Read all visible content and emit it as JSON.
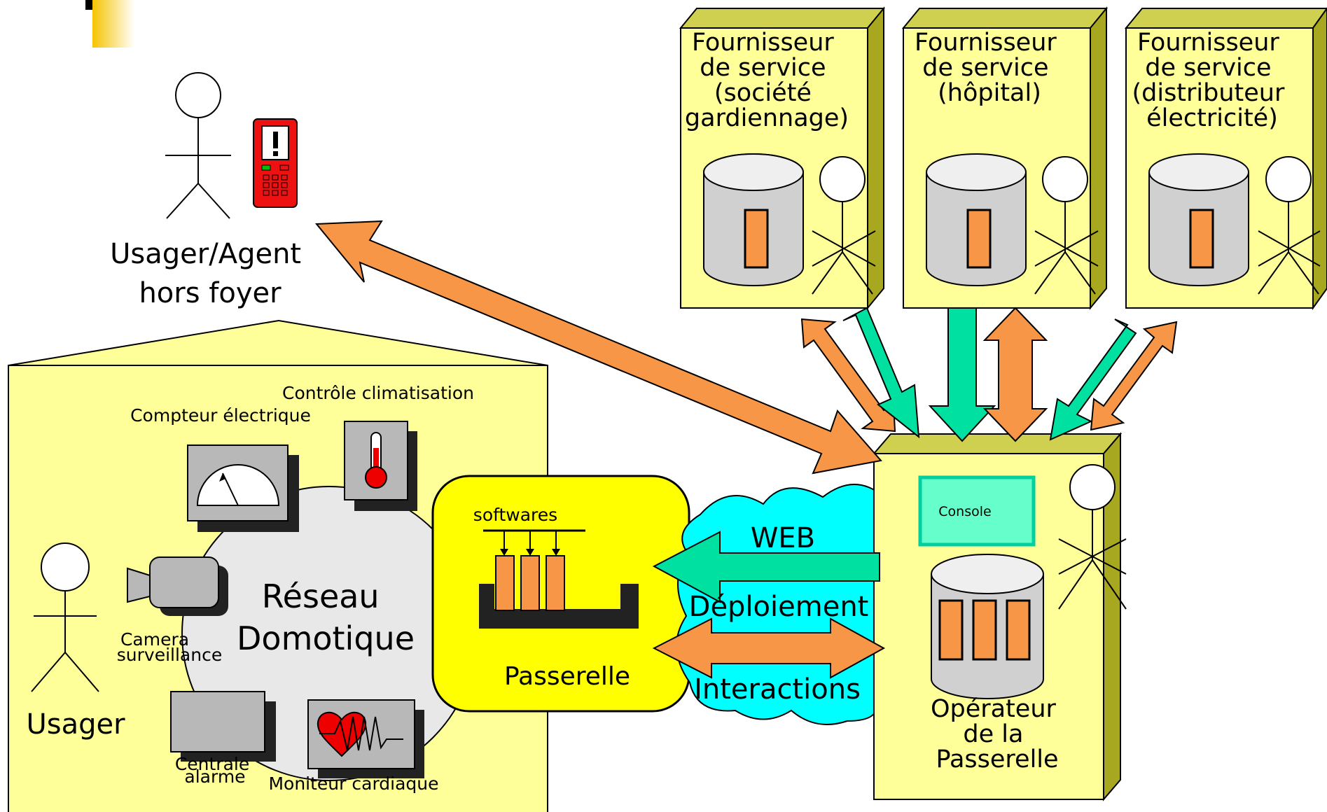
{
  "providers": [
    {
      "lines": [
        "Fournisseur",
        "de service",
        "(société",
        "gardiennage)"
      ]
    },
    {
      "lines": [
        "Fournisseur",
        "de service",
        "(hôpital)"
      ]
    },
    {
      "lines": [
        "Fournisseur",
        "de service",
        "(distributeur",
        "électricité)"
      ]
    }
  ],
  "remote_user": {
    "lines": [
      "Usager/Agent",
      "hors foyer"
    ]
  },
  "house": {
    "network_lines": [
      "Réseau",
      "Domotique"
    ],
    "user_label": "Usager",
    "devices": {
      "meter": "Compteur électrique",
      "thermostat": "Contrôle climatisation",
      "camera": [
        "Camera",
        "surveillance"
      ],
      "alarm": [
        "Centrale",
        "alarme"
      ],
      "heart": "Moniteur cardiaque"
    }
  },
  "gateway": {
    "label": "Passerelle",
    "softwares": "softwares"
  },
  "cloud": {
    "web": "WEB",
    "deploy": "Déploiement",
    "interactions": "Interactions"
  },
  "operator": {
    "console": "Console",
    "lines": [
      "Opérateur",
      "de la",
      "Passerelle"
    ]
  },
  "colors": {
    "yellow_box": "#ffff99",
    "gateway": "#ffff00",
    "orange": "#f79646",
    "teal": "#00e0a0",
    "cloud": "#00ffff",
    "network": "#e8e8e8",
    "phone": "#ee1111"
  }
}
